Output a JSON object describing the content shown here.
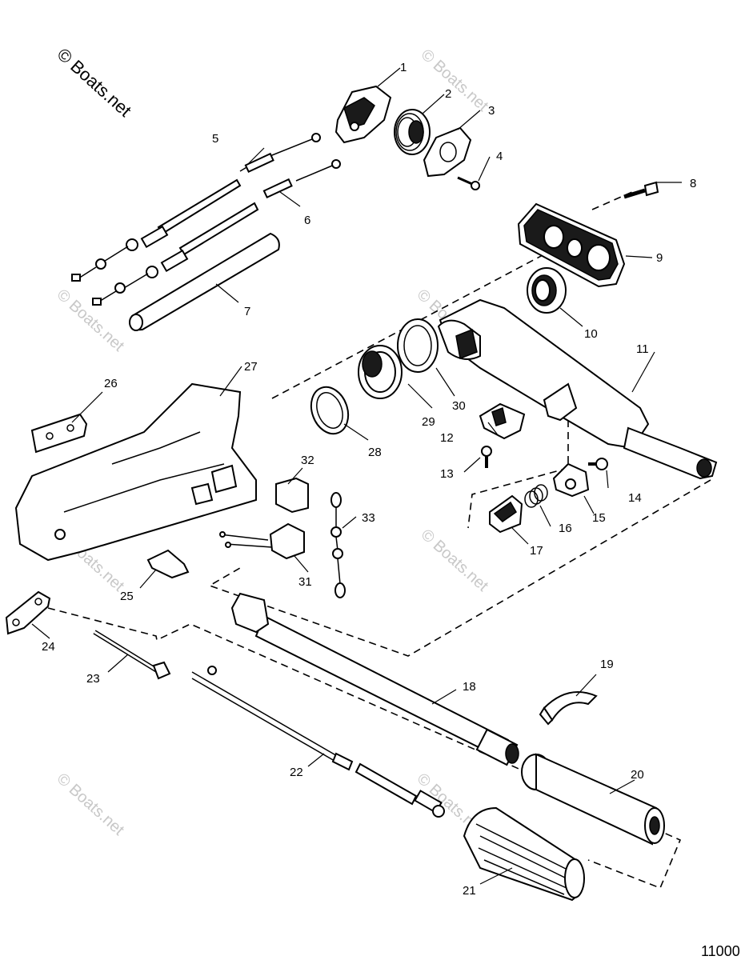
{
  "watermark": {
    "main": "© Boats.net",
    "faint": "© Boats.net"
  },
  "figure_number": "11000",
  "callouts": {
    "p1": "1",
    "p2": "2",
    "p3": "3",
    "p4": "4",
    "p5": "5",
    "p6": "6",
    "p7": "7",
    "p8": "8",
    "p9": "9",
    "p10": "10",
    "p11": "11",
    "p12": "12",
    "p13": "13",
    "p14": "14",
    "p15": "15",
    "p16": "16",
    "p17": "17",
    "p18": "18",
    "p19": "19",
    "p20": "20",
    "p21": "21",
    "p22": "22",
    "p23": "23",
    "p24": "24",
    "p25": "25",
    "p26": "26",
    "p27": "27",
    "p28": "28",
    "p29": "29",
    "p30": "30",
    "p31": "31",
    "p32": "32",
    "p33": "33"
  }
}
